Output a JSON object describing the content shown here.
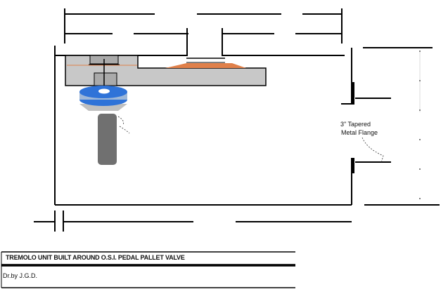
{
  "annotation": {
    "line1": "3\" Tapered",
    "line2": "Metal Flange"
  },
  "title_block": {
    "title": "TREMOLO UNIT BUILT AROUND O.S.I. PEDAL PALLET VALVE",
    "drawn_by": "Dr.by J.G.D."
  },
  "colors": {
    "plate": "#c8c8c8",
    "bump": "#e0804a",
    "disc": "#2f73d8",
    "stem": "#707070"
  }
}
